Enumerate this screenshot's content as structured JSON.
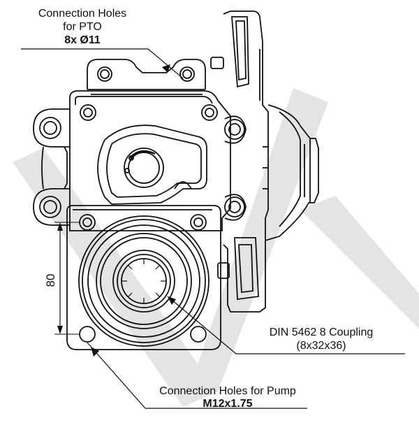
{
  "pto_holes": {
    "line1": "Connection Holes",
    "line2": "for PTO",
    "spec": "8x Ø11"
  },
  "coupling": {
    "line1": "DIN 5462 8 Coupling",
    "line2": "(8x32x36)"
  },
  "pump_holes": {
    "line1": "Connection Holes for Pump",
    "spec": "M12x1.75"
  },
  "dimension": {
    "value": "80"
  },
  "colors": {
    "line": "#111111",
    "watermark": "#e4e4e4"
  }
}
